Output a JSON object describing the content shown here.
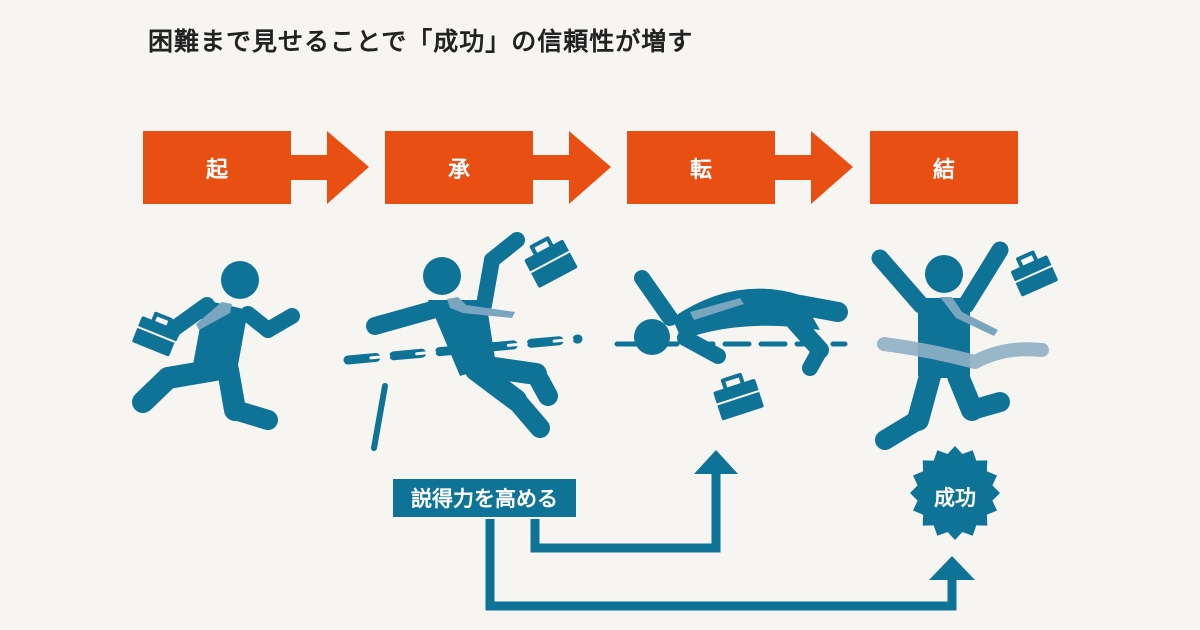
{
  "title": "困難まで見せることで「成功」の信頼性が増す",
  "stages": [
    "起",
    "承",
    "転",
    "結"
  ],
  "annotation": "説得力を高める",
  "success_label": "成功",
  "colors": {
    "stage": "#e94e12",
    "figure": "#0e7397",
    "tie": "#7aa5bf",
    "background": "#f7f5f1"
  },
  "icons": [
    "running-man-icon",
    "tripping-man-icon",
    "high-jump-man-icon",
    "winner-man-icon",
    "burst-badge-icon"
  ]
}
